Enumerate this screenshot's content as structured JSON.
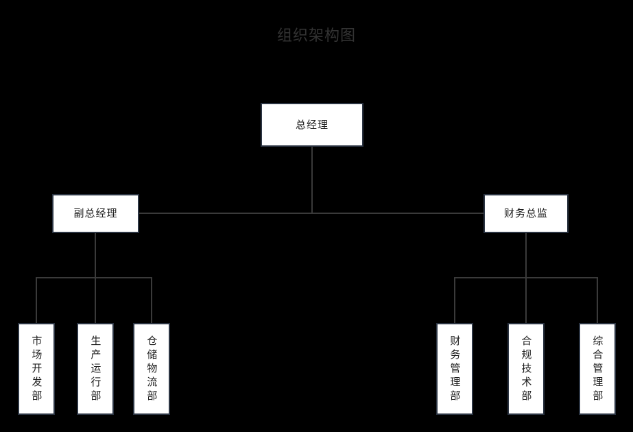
{
  "title": "组织架构图",
  "colors": {
    "background": "#000000",
    "node_fill": "#ffffff",
    "node_border": "#2b3442",
    "connector": "#3a3a3a",
    "title_text": "#333333",
    "node_text": "#1c1c1c"
  },
  "nodes": {
    "root": {
      "label": "总经理"
    },
    "level2": [
      {
        "label": "副总经理"
      },
      {
        "label": "财务总监"
      }
    ],
    "left_children": [
      {
        "label": "市场开发部"
      },
      {
        "label": "生产运行部"
      },
      {
        "label": "仓储物流部"
      }
    ],
    "right_children": [
      {
        "label": "财务管理部"
      },
      {
        "label": "合规技术部"
      },
      {
        "label": "综合管理部"
      }
    ]
  }
}
